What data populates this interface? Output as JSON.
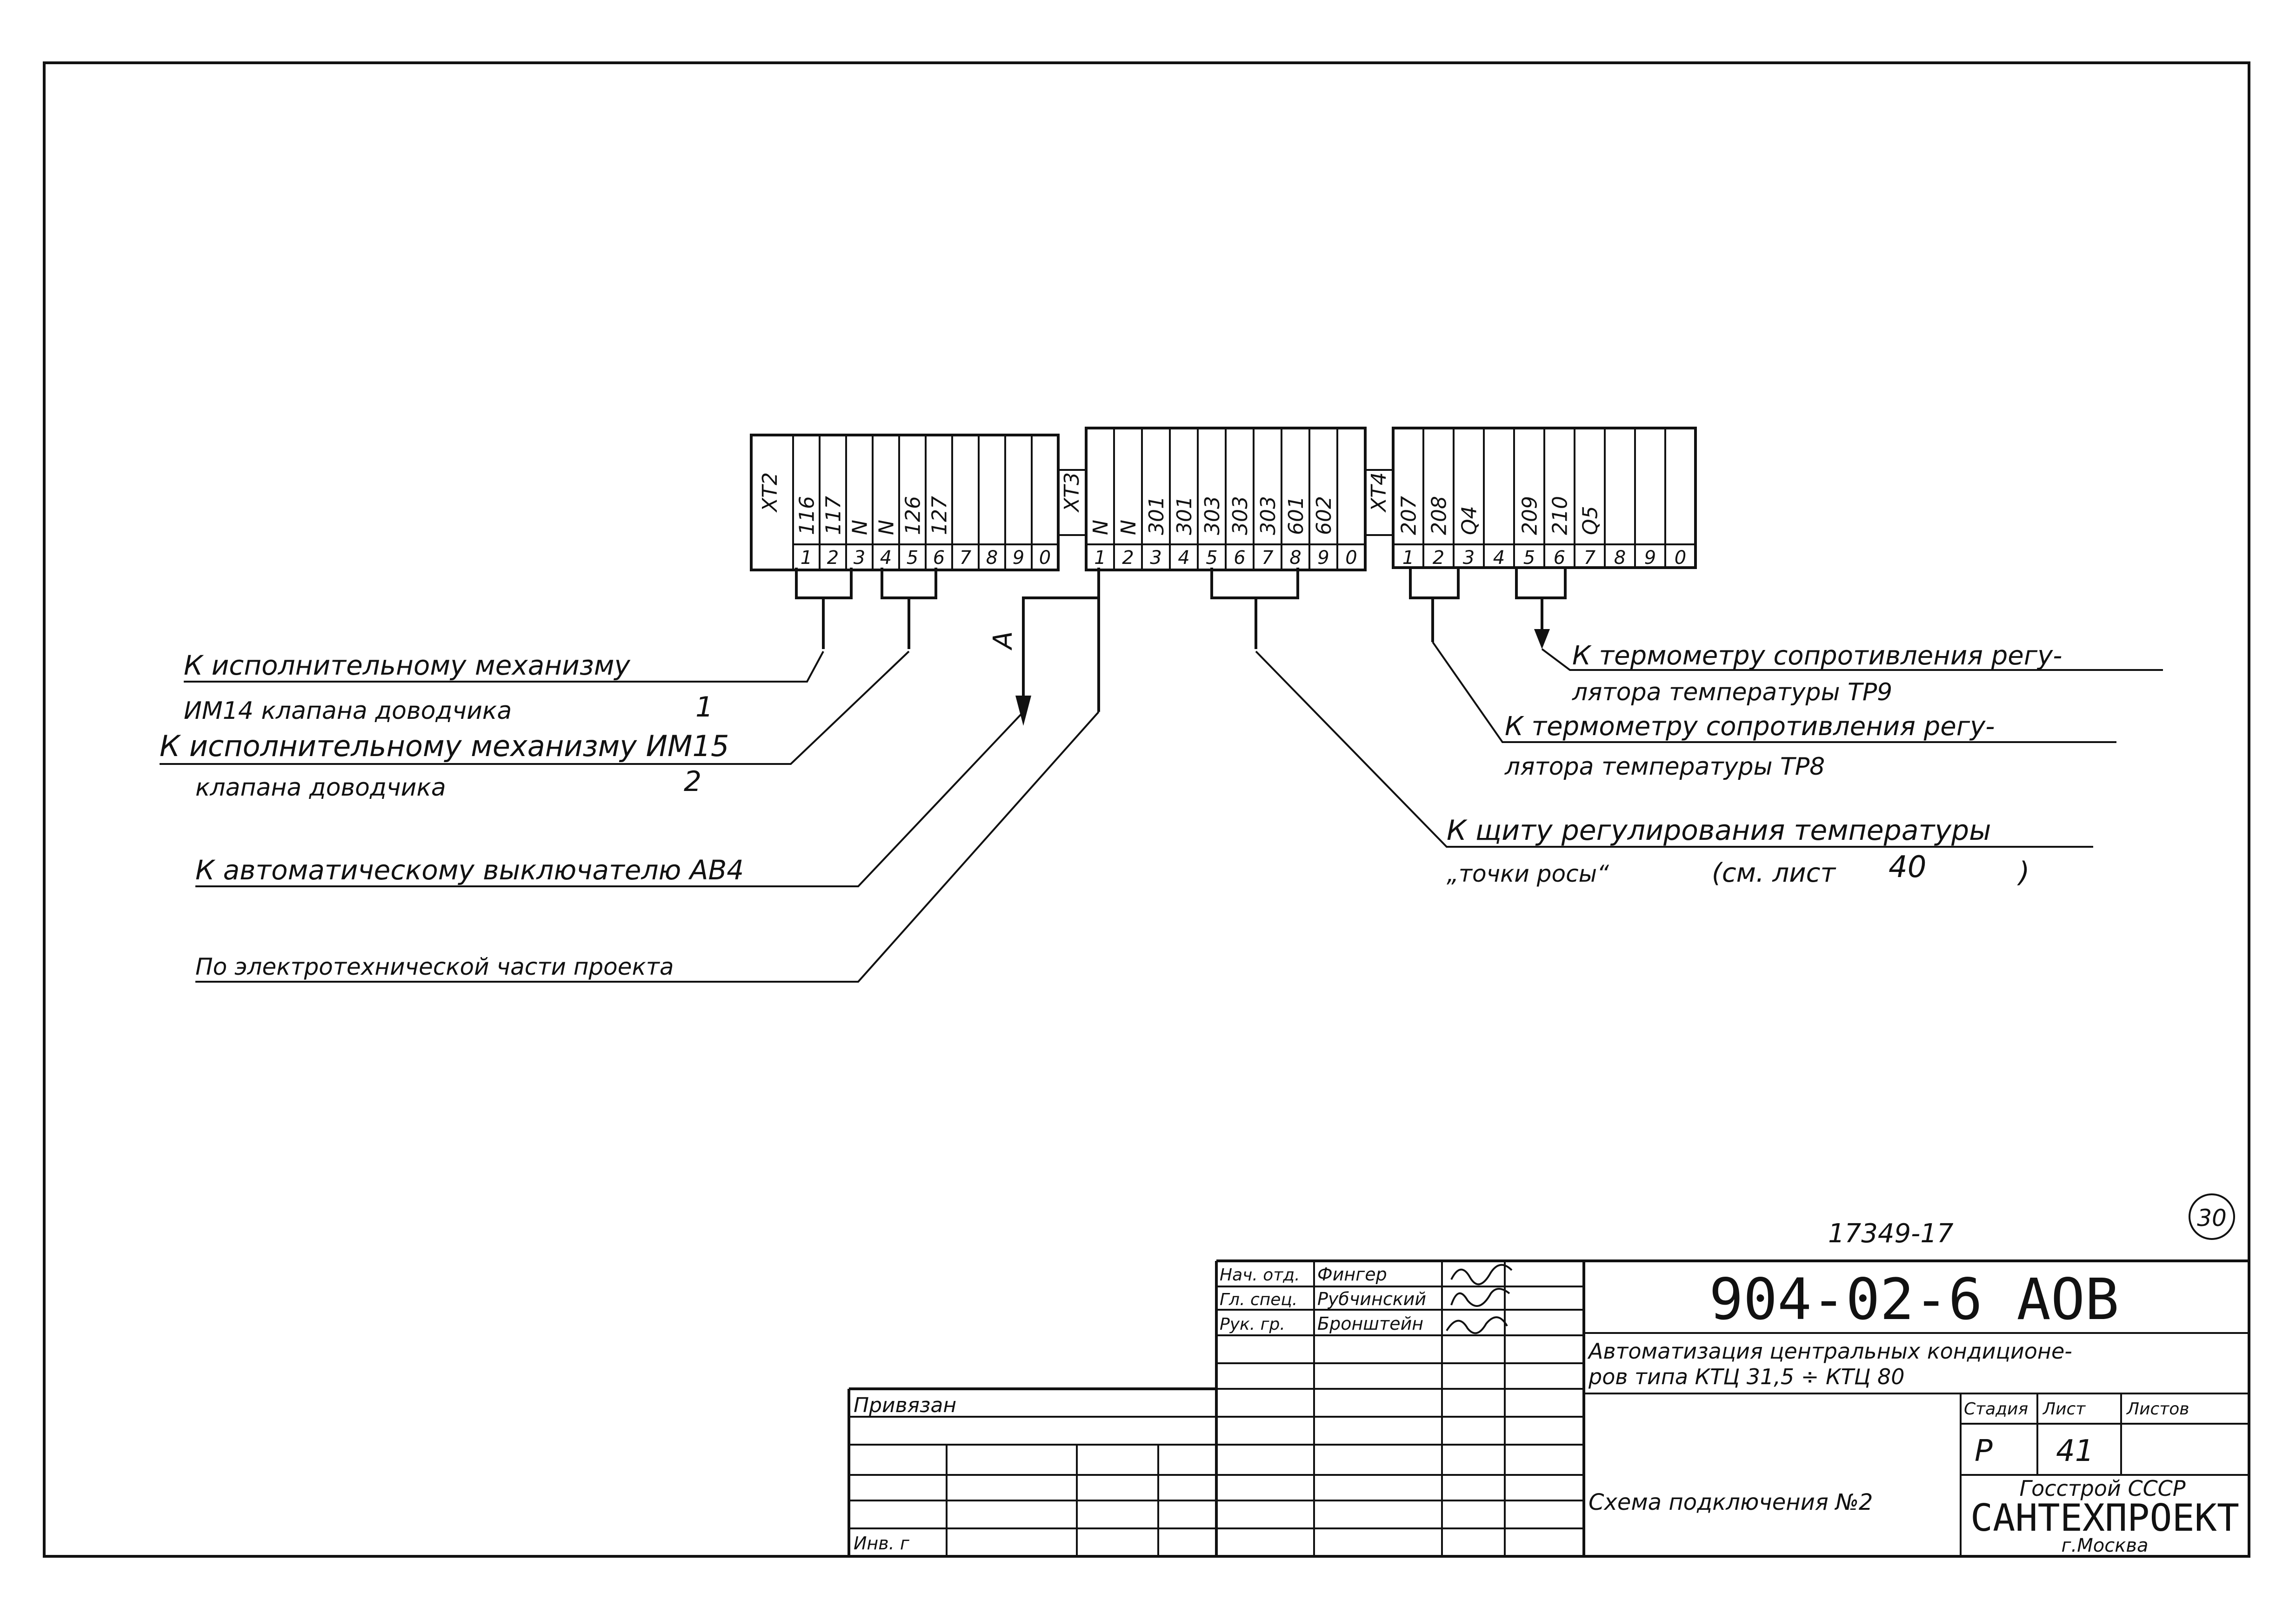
{
  "blocks": [
    {
      "id": "XT2",
      "label": "XT2",
      "columns": 10,
      "wires": [
        "116",
        "117",
        "N",
        "N",
        "126",
        "127",
        "",
        "",
        "",
        ""
      ],
      "terminals": [
        "1",
        "2",
        "3",
        "4",
        "5",
        "6",
        "7",
        "8",
        "9",
        "0"
      ]
    },
    {
      "id": "XT3",
      "label": "XT3",
      "columns": 10,
      "wires": [
        "N",
        "N",
        "301",
        "301",
        "303",
        "303",
        "303",
        "601",
        "602",
        ""
      ],
      "terminals": [
        "1",
        "2",
        "3",
        "4",
        "5",
        "6",
        "7",
        "8",
        "9",
        "0"
      ]
    },
    {
      "id": "XT4",
      "label": "XT4",
      "columns": 10,
      "wires": [
        "207",
        "208",
        "Q4",
        "",
        "209",
        "210",
        "Q5",
        "",
        "",
        ""
      ],
      "terminals": [
        "1",
        "2",
        "3",
        "4",
        "5",
        "6",
        "7",
        "8",
        "9",
        "0"
      ]
    }
  ],
  "annotations": {
    "left1_line1": "К исполнительному механизму",
    "left1_num": "1",
    "left1_line2": "ИМ14 клапана доводчика",
    "left2_line1": "К исполнительному механизму ИМ15",
    "left2_line2": "клапана доводчика",
    "left2_num": "2",
    "left3": "К автоматическому выключателю АВ4",
    "left4": "По электротехнической части проекта",
    "arrow_label": "А",
    "right1_line1": "К термометру сопротивления регу-",
    "right1_line2": "лятора температуры ТР9",
    "right2_line1": "К термометру сопротивления регу-",
    "right2_line2": "лятора температуры ТР8",
    "right3_line1": "К щиту регулирования температуры",
    "right3_line2": "„точки росы“",
    "right3_line3": "(см. лист",
    "right3_sheet": "40",
    "right3_close": ")"
  },
  "title_block": {
    "doc_number": "17349-17",
    "sheet_circle": "30",
    "code": "904-02-6 АОВ",
    "title_line1": "Автоматизация центральных кондиционе-",
    "title_line2": "ров типа КТЦ 31,5 ÷ КТЦ 80",
    "drawing_name": "Схема подключения №2",
    "stage_label": "Стадия",
    "sheet_label": "Лист",
    "sheets_label": "Листов",
    "stage_value": "Р",
    "sheet_value": "41",
    "org_line1": "Госстрой СССР",
    "org_line2": "САНТЕХПРОЕКТ",
    "org_line3": "г.Москва",
    "privyazan": "Привязан",
    "inv_label": "Инв. г",
    "signatures": [
      {
        "role": "Нач. отд.",
        "name": "Фингер"
      },
      {
        "role": "Гл. спец.",
        "name": "Рубчинский"
      },
      {
        "role": "Рук. гр.",
        "name": "Бронштейн"
      }
    ]
  }
}
